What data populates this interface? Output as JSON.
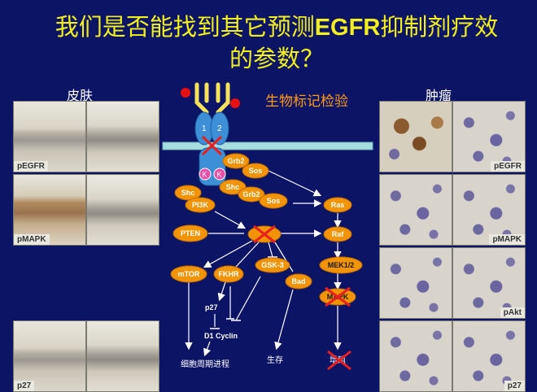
{
  "title": {
    "line1_prefix": "我们是否能找到其它预测",
    "line1_highlight": "EGFR",
    "line1_suffix": "抑制剂疗效",
    "line2": "的参数？"
  },
  "sections": {
    "skin": "皮肤",
    "tumor": "肿瘤",
    "biomarker": "生物标记检验"
  },
  "skin_panels": [
    {
      "label": "pEGFR"
    },
    {
      "label": "pMAPK"
    },
    {
      "label": "p27"
    }
  ],
  "tumor_panels": [
    {
      "label": "pEGFR"
    },
    {
      "label": "pMAPK"
    },
    {
      "label": "pAkt"
    },
    {
      "label": "p27"
    }
  ],
  "pathway": {
    "receptor": {
      "sub1": "1",
      "sub2": "2",
      "kinase": "K"
    },
    "nodes": {
      "grb2_top": "Grb2",
      "sos_top": "Sos",
      "shc_left": "Shc",
      "pi3k": "PI3K",
      "shc_mid": "Shc",
      "grb2_mid": "Grb2",
      "sos_mid": "Sos",
      "ras": "Ras",
      "pten": "PTEN",
      "raf": "Raf",
      "gsk3": "GSK-3",
      "mtor": "mTOR",
      "fkhr": "FKHR",
      "bad": "Bad",
      "mek": "MEK1/2",
      "mapk": "MAPK"
    },
    "texts": {
      "p27": "p27",
      "d1": "D1 Cyclin",
      "cycle": "细胞周期进程",
      "survival": "生存",
      "proliferation": "增殖"
    }
  },
  "colors": {
    "background": "#0c1466",
    "title": "#f2ef1e",
    "node": "#f29400",
    "receptor": "#3d8fd6",
    "membrane": "#a8dde0",
    "cross": "#e82020",
    "ligand_arm": "#f6e15a"
  }
}
